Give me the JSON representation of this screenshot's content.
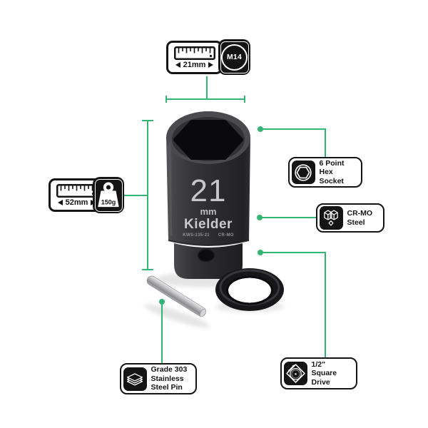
{
  "colors": {
    "accent_green": "#33b573",
    "ink": "#141414",
    "socket_body": "#2b2b2f"
  },
  "socket": {
    "size": "21",
    "unit": "mm",
    "brand": "Kielder",
    "part_number": "KWS-135-21",
    "material_stamp": "CR-MO"
  },
  "callouts": {
    "width_dimension": {
      "value": "21mm",
      "badge": "M14"
    },
    "length_dimension": {
      "value": "52mm",
      "weight": "150g"
    },
    "hex": {
      "line1": "6 Point",
      "line2": "Hex",
      "line3": "Socket"
    },
    "material": {
      "line1": "CR-MO",
      "line2": "Steel"
    },
    "drive": {
      "line1": "1/2\"",
      "line2": "Square",
      "line3": "Drive"
    },
    "pin": {
      "line1": "Grade 303",
      "line2": "Stainless",
      "line3": "Steel Pin"
    }
  }
}
